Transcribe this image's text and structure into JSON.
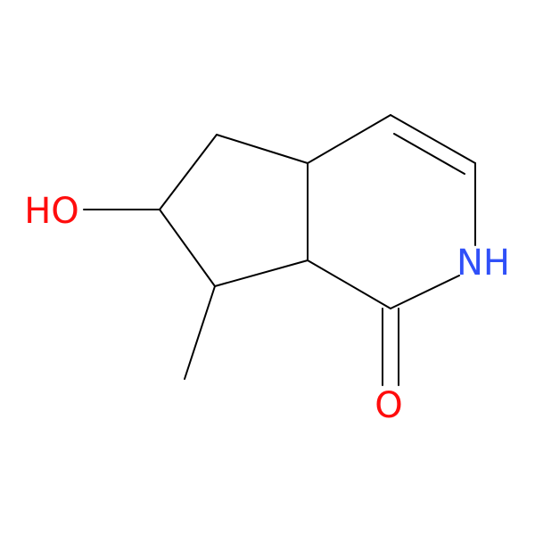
{
  "molecule": {
    "atom_labels": {
      "hydroxyl": "HO",
      "amide_nitrogen": "NH",
      "carbonyl_oxygen": "O"
    },
    "colors": {
      "bond": "#000000",
      "oxygen": "#FF0D0D",
      "nitrogen": "#3050F8"
    }
  }
}
